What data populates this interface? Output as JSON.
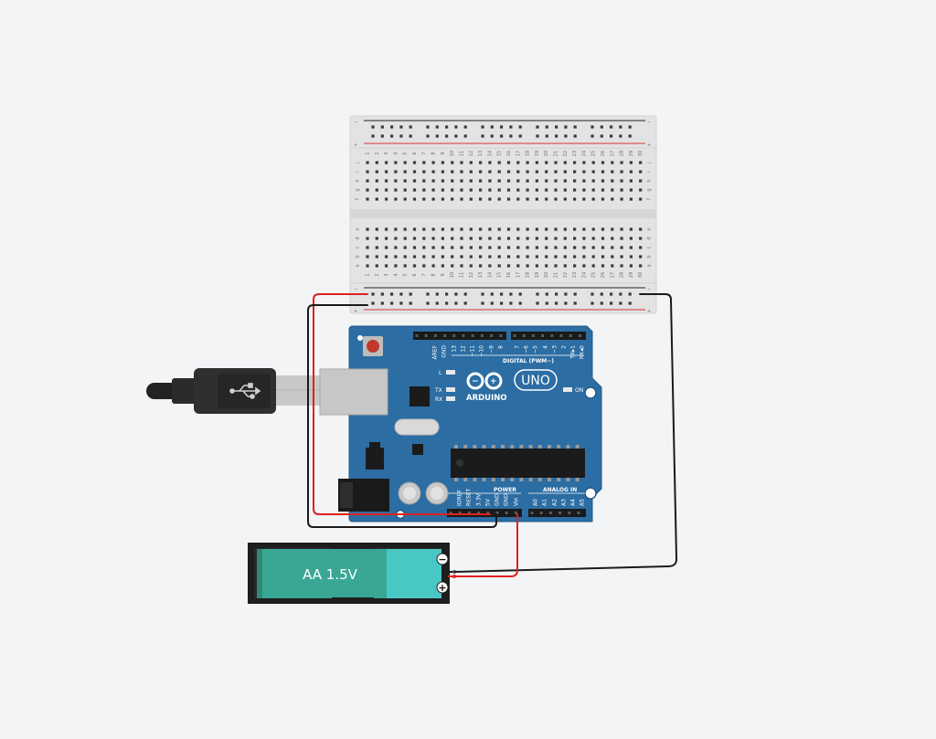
{
  "canvas": {
    "background": "#f3f4f6"
  },
  "breadboard": {
    "column_numbers": [
      "1",
      "2",
      "3",
      "4",
      "5",
      "6",
      "7",
      "8",
      "9",
      "10",
      "11",
      "12",
      "13",
      "14",
      "15",
      "16",
      "17",
      "18",
      "19",
      "20",
      "21",
      "22",
      "23",
      "24",
      "25",
      "26",
      "27",
      "28",
      "29",
      "30"
    ],
    "top_rows": [
      "j",
      "i",
      "h",
      "g",
      "f"
    ],
    "bottom_rows": [
      "e",
      "d",
      "c",
      "b",
      "a"
    ],
    "rail_minus": "−",
    "rail_plus": "+",
    "colors": {
      "body": "#e3e3e3",
      "hole": "#3a3a3a",
      "rail_red": "#d63031",
      "rail_black": "#222222"
    }
  },
  "arduino": {
    "brand": "ARDUINO",
    "model": "UNO",
    "digital_header": "DIGITAL (PWM~)",
    "digital_pins": [
      "AREF",
      "GND",
      "13",
      "12",
      "~11",
      "~10",
      "~9",
      "8",
      "7",
      "~6",
      "~5",
      "4",
      "~3",
      "2",
      "TX▸1",
      "RX◂0"
    ],
    "led_labels": [
      "L",
      "TX",
      "RX"
    ],
    "on_label": "ON",
    "power_header": "POWER",
    "analog_header": "ANALOG IN",
    "power_pins": [
      "IOREF",
      "RESET",
      "3.3V",
      "5V",
      "GND",
      "GND",
      "Vin"
    ],
    "analog_pins": [
      "A0",
      "A1",
      "A2",
      "A3",
      "A4",
      "A5"
    ],
    "colors": {
      "board": "#2c6da3",
      "board_edge": "#1f5a8a",
      "chip": "#1b1b1b",
      "header": "#1a1a1a"
    }
  },
  "battery": {
    "label": "AA 1.5V",
    "terminal_minus": "−",
    "terminal_plus": "+",
    "colors": {
      "holder": "#1e1e1e",
      "cell": "#3aa794",
      "cap": "#49c7c4"
    }
  },
  "usb": {
    "icon": "usb-icon"
  },
  "wires": {
    "red": "#e02020",
    "black": "#1a1a1a"
  }
}
